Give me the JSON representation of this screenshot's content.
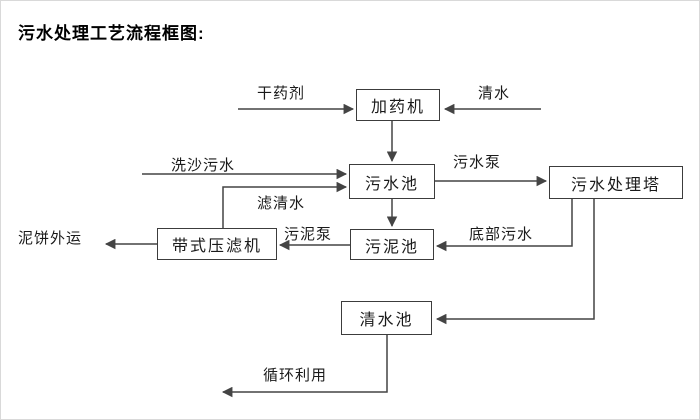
{
  "title": "污水处理工艺流程框图:",
  "nodes": {
    "dosing_machine": "加药机",
    "sewage_pool": "污水池",
    "treatment_tower": "污水处理塔",
    "sludge_pool": "污泥池",
    "belt_filter_press": "带式压滤机",
    "clean_water_pool": "清水池"
  },
  "labels": {
    "dry_agent": "干药剂",
    "clean_water": "清水",
    "sand_washing_sewage": "洗沙污水",
    "sewage_pump": "污水泵",
    "filtered_water": "滤清水",
    "sludge_pump": "污泥泵",
    "bottom_sewage": "底部污水",
    "mud_cake_out": "泥饼外运",
    "recycle_use": "循环利用"
  },
  "colors": {
    "line": "#444444",
    "box_border": "#3c3c3c",
    "text": "#111111",
    "background": "#ffffff"
  }
}
